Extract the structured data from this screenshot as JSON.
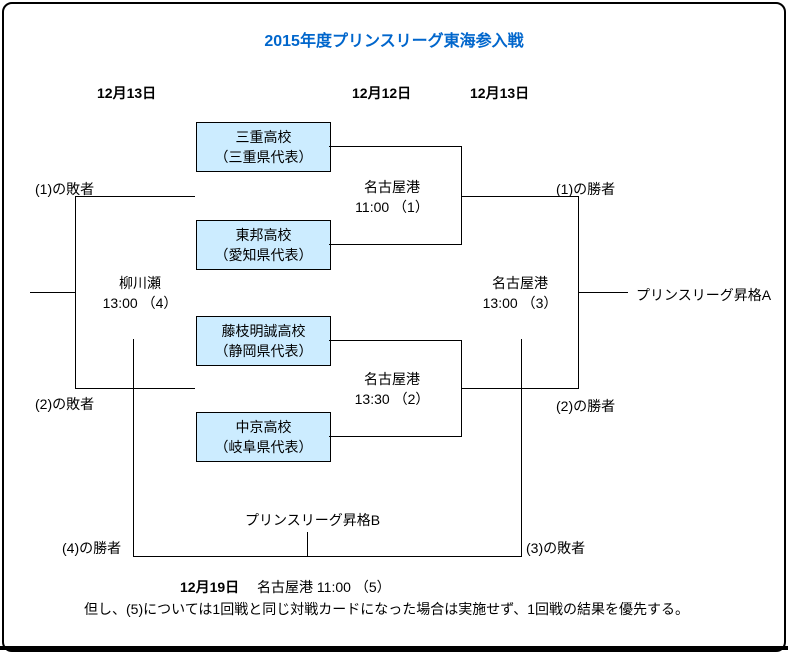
{
  "title": "2015年度プリンスリーグ東海参入戦",
  "date_headers": {
    "left": "12月13日",
    "middle": "12月12日",
    "right": "12月13日"
  },
  "teams": [
    {
      "name": "三重高校",
      "prefecture": "（三重県代表）"
    },
    {
      "name": "東邦高校",
      "prefecture": "（愛知県代表）"
    },
    {
      "name": "藤枝明誠高校",
      "prefecture": "（静岡県代表）"
    },
    {
      "name": "中京高校",
      "prefecture": "（岐阜県代表）"
    }
  ],
  "matches": {
    "match1": {
      "venue": "名古屋港",
      "time": "11:00 （1）"
    },
    "match2": {
      "venue": "名古屋港",
      "time": "13:30 （2）"
    },
    "match3": {
      "venue": "名古屋港",
      "time": "13:00 （3）"
    },
    "match4": {
      "venue": "柳川瀬",
      "time": "13:00 （4）"
    },
    "match5": {
      "date": "12月19日",
      "detail": "名古屋港 11:00 （5）"
    }
  },
  "connector_labels": {
    "loser1": "(1)の敗者",
    "loser2": "(2)の敗者",
    "winner1": "(1)の勝者",
    "winner2": "(2)の勝者",
    "winner4": "(4)の勝者",
    "loser3": "(3)の敗者"
  },
  "outcomes": {
    "promotion_a": "プリンスリーグ昇格A",
    "promotion_b": "プリンスリーグ昇格B"
  },
  "note": "但し、(5)については1回戦と同じ対戦カードになった場合は実施せず、1回戦の結果を優先する。",
  "colors": {
    "title_blue": "#0066CC",
    "team_box_fill": "#CCECFF",
    "line_black": "#000000"
  }
}
